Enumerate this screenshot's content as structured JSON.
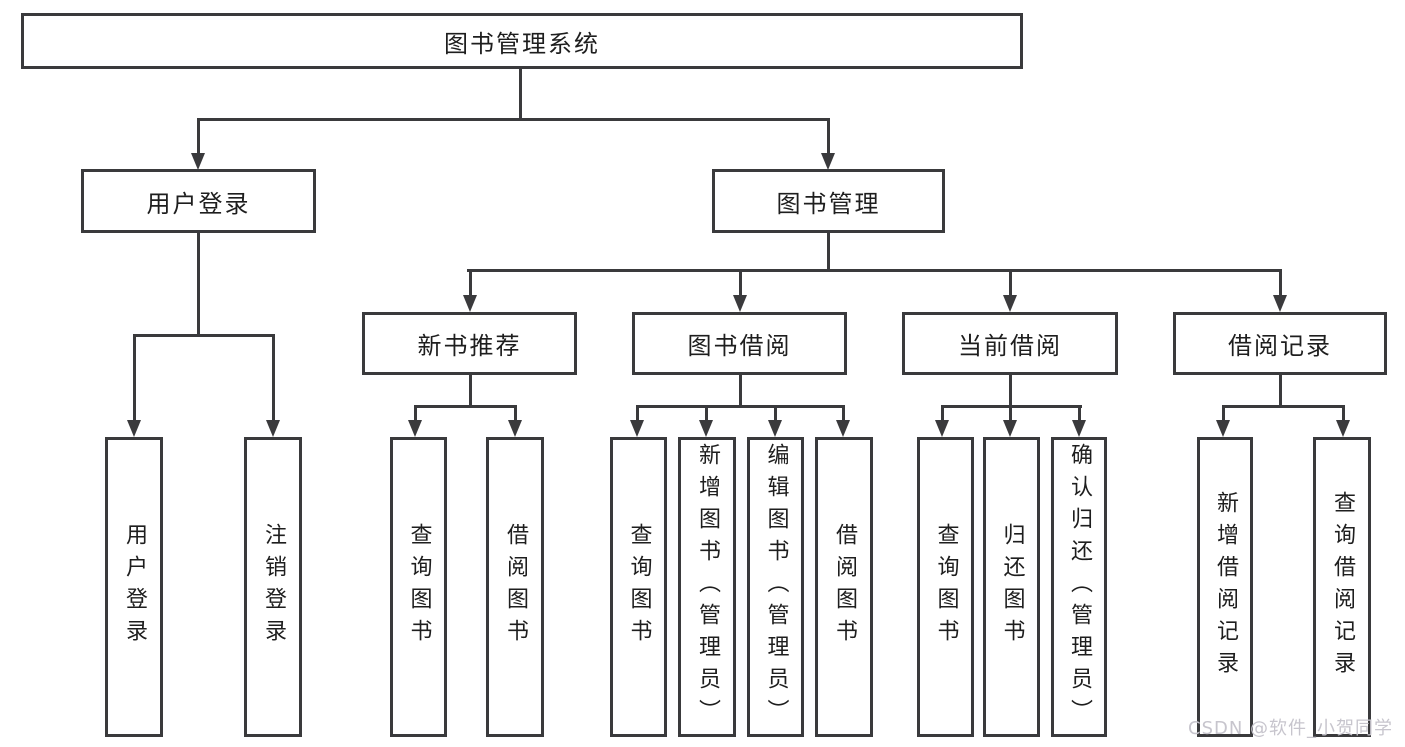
{
  "nodes": {
    "root": "图书管理系统",
    "user_login": "用户登录",
    "book_management": "图书管理",
    "new_book_recommend": "新书推荐",
    "book_borrow": "图书借阅",
    "current_borrow": "当前借阅",
    "borrow_record": "借阅记录",
    "leaf_user_login": "用户登录",
    "leaf_logout": "注销登录",
    "leaf_query_book_a": "查询图书",
    "leaf_borrow_book_a": "借阅图书",
    "leaf_query_book_b": "查询图书",
    "leaf_add_book_admin": "新增图书（管理员）",
    "leaf_edit_book_admin": "编辑图书（管理员）",
    "leaf_borrow_book_b": "借阅图书",
    "leaf_query_book_c": "查询图书",
    "leaf_return_book": "归还图书",
    "leaf_confirm_return_admin": "确认归还（管理员）",
    "leaf_add_borrow_record": "新增借阅记录",
    "leaf_query_borrow_record": "查询借阅记录"
  },
  "watermark": "CSDN @软件_小贺同学",
  "colors": {
    "line": "#3a3a3c",
    "text": "#1e1e1e",
    "watermark": "#c7c5cd",
    "background": "#ffffff"
  }
}
